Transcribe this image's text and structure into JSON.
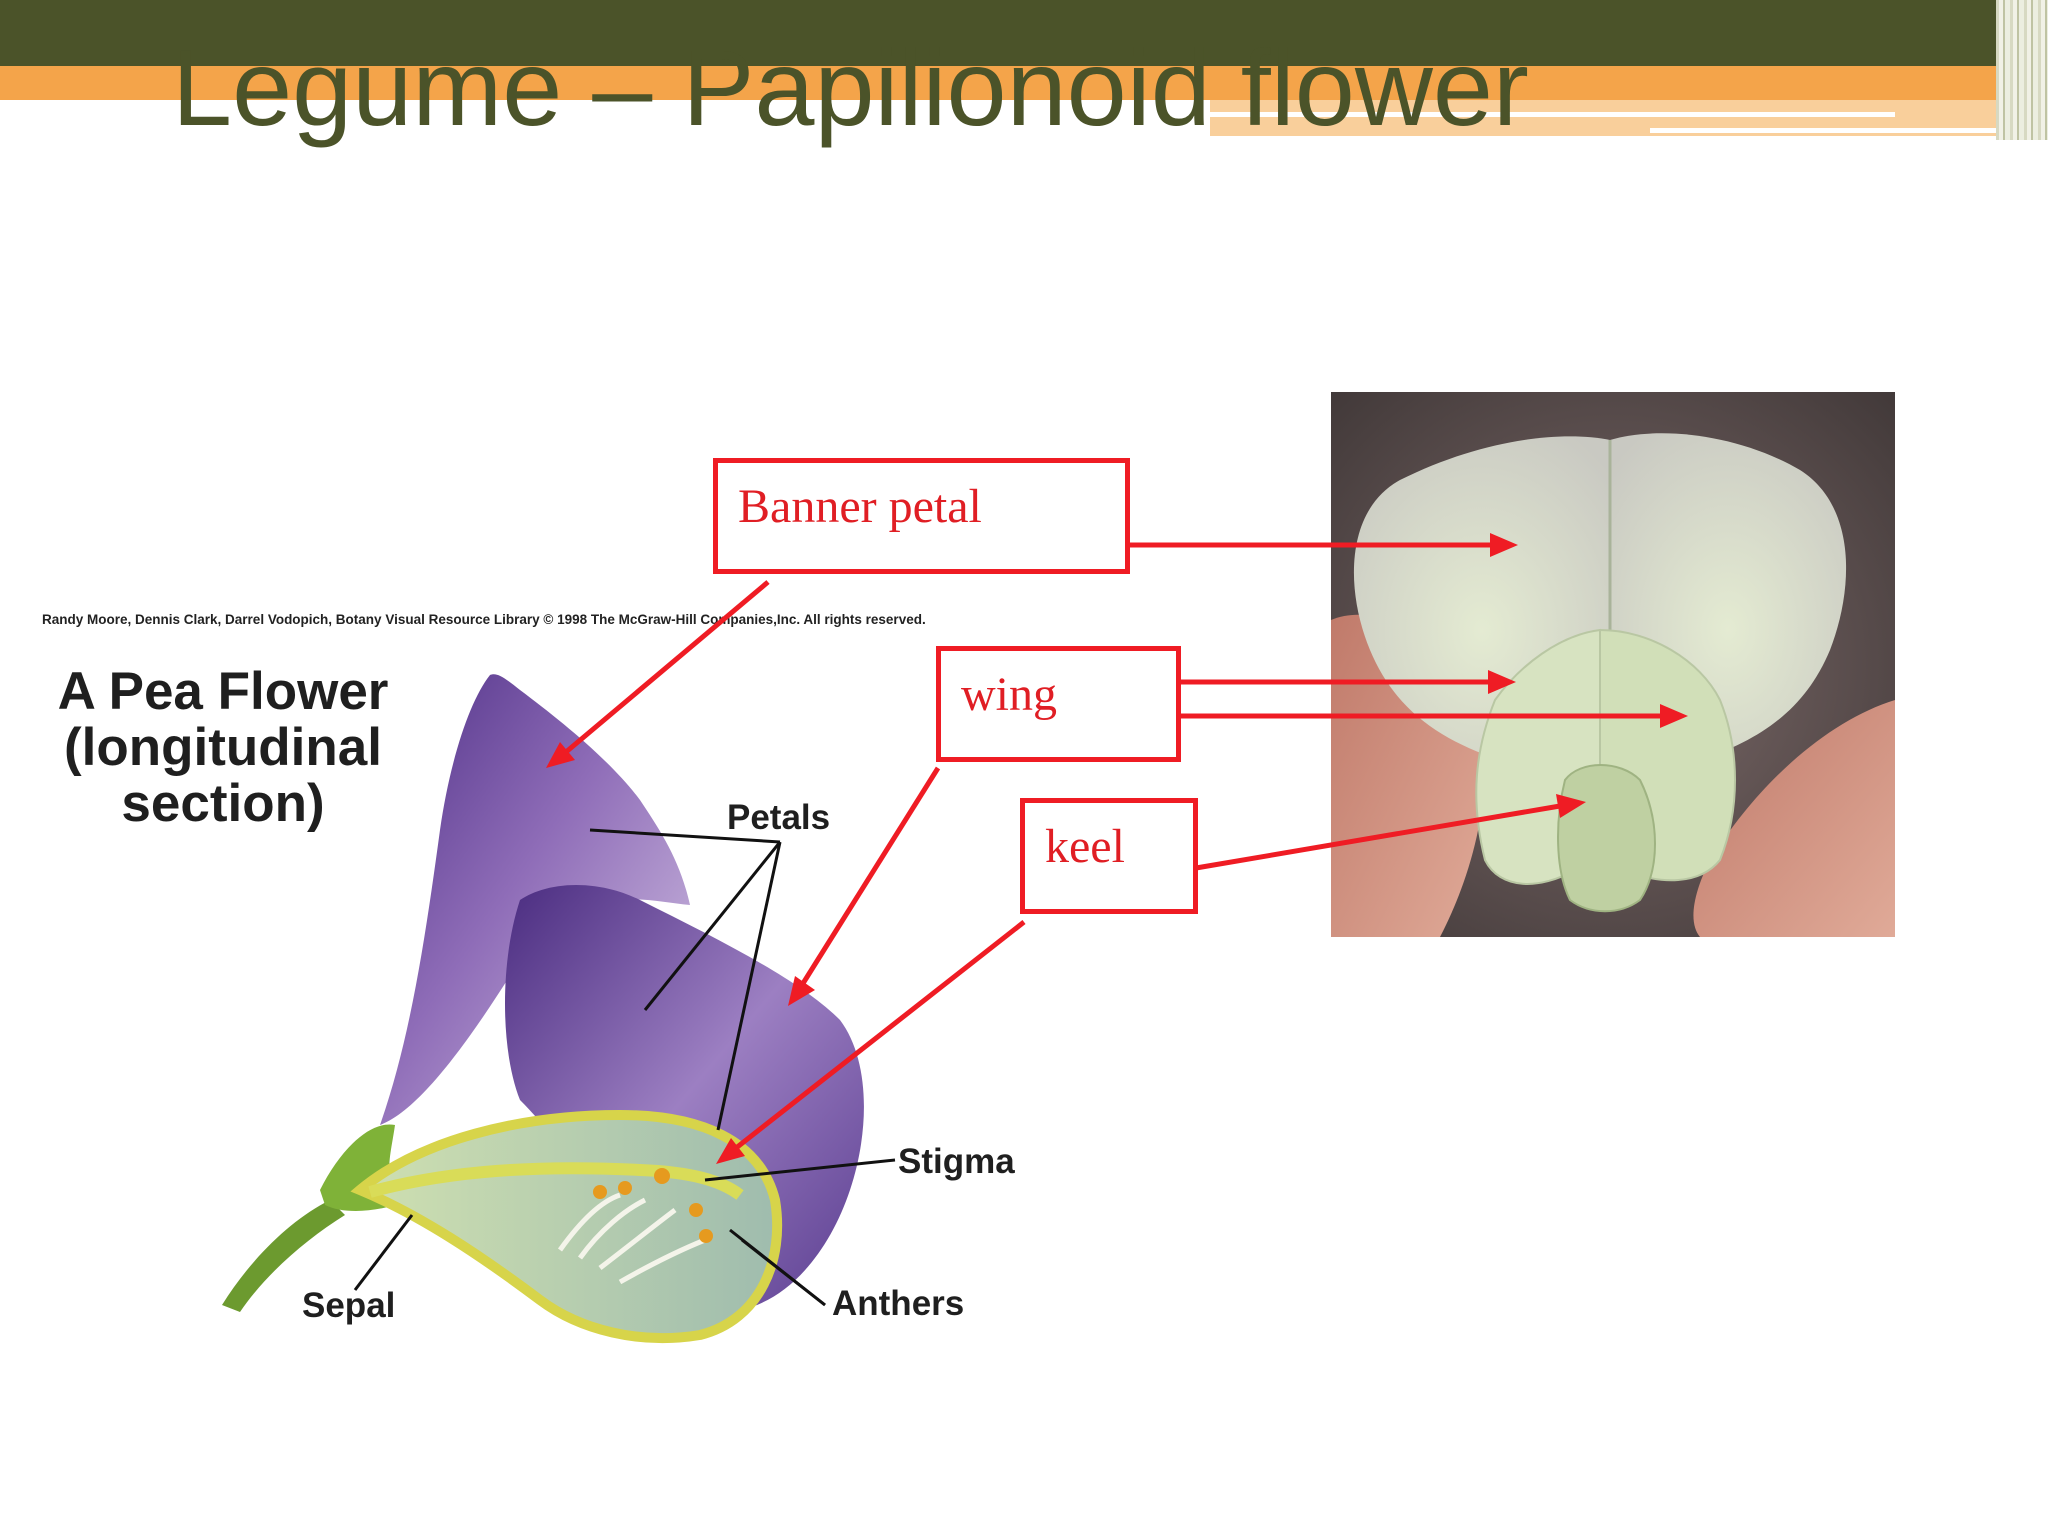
{
  "slide": {
    "title": "Legume – Papilionoid flower"
  },
  "diagram": {
    "credit": "Randy Moore, Dennis Clark, Darrel Vodopich, Botany Visual Resource Library © 1998 The McGraw-Hill Companies,Inc. All rights reserved.",
    "title_lines": [
      "A Pea Flower",
      "(longitudinal",
      "section)"
    ],
    "labels": {
      "petals": "Petals",
      "stigma": "Stigma",
      "sepal": "Sepal",
      "anthers": "Anthers"
    }
  },
  "callouts": {
    "banner": "Banner petal",
    "wing": "wing",
    "keel": "keel"
  },
  "colors": {
    "header": "#4b5329",
    "accent_orange": "#f4a44a",
    "callout_red": "#ef1c24",
    "petal_purple": "#5b3f8f"
  }
}
